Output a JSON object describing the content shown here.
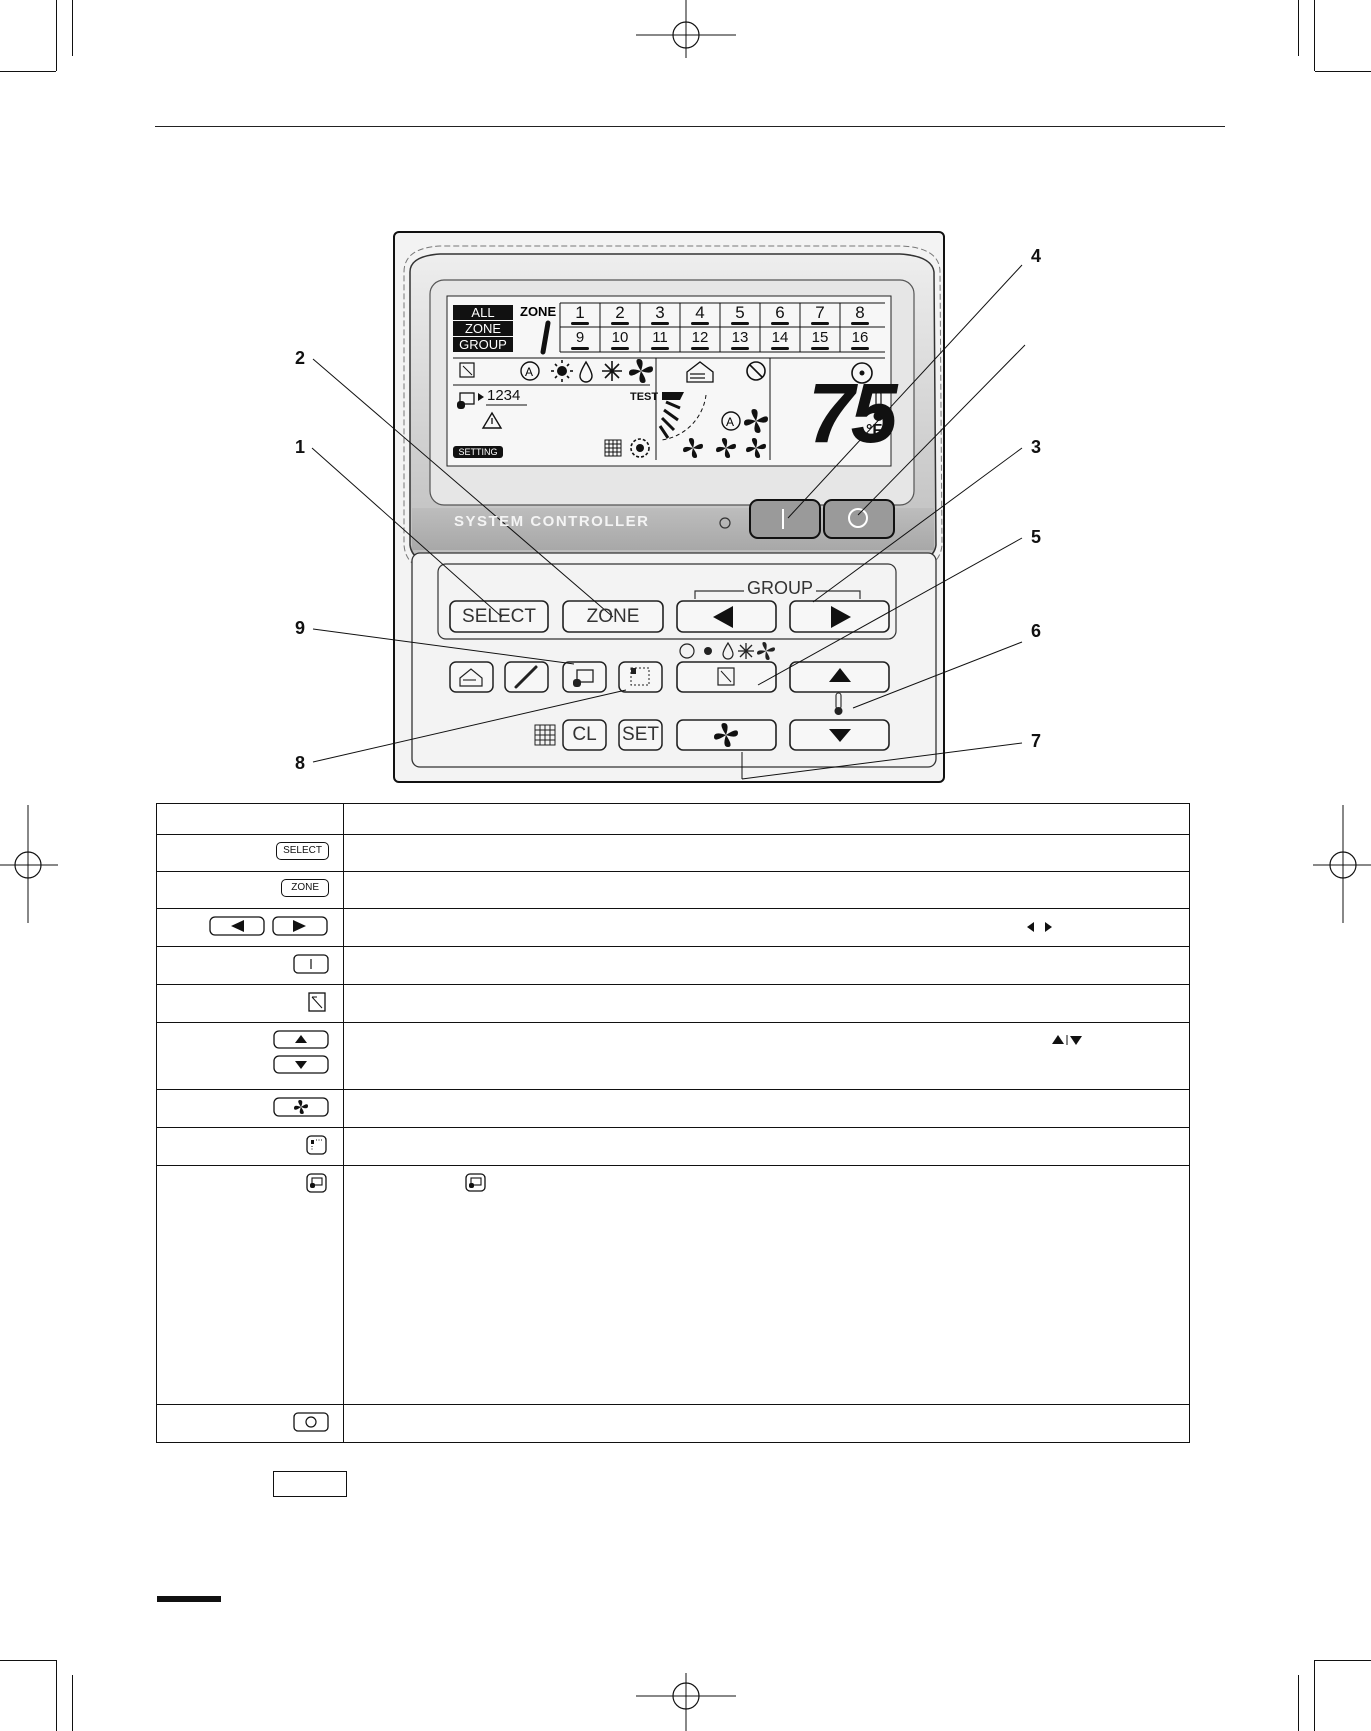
{
  "controller": {
    "brand_label": "SYSTEM CONTROLLER",
    "lcd": {
      "modes": [
        "ALL",
        "ZONE",
        "GROUP"
      ],
      "zone_label": "ZONE",
      "zone_number": "1",
      "groups_row1": [
        "1",
        "2",
        "3",
        "4",
        "5",
        "6",
        "7",
        "8"
      ],
      "groups_row2": [
        "9",
        "10",
        "11",
        "12",
        "13",
        "14",
        "15",
        "16"
      ],
      "code": "1234",
      "test_label": "TEST",
      "setting_label": "SETTING",
      "temperature": "75",
      "unit": "°F"
    },
    "buttons": {
      "on": "I",
      "off": "O",
      "select": "SELECT",
      "zone": "ZONE",
      "group_label": "GROUP",
      "cl": "CL",
      "set": "SET"
    }
  },
  "callouts": [
    "1",
    "2",
    "3",
    "4",
    "5",
    "6",
    "7",
    "8",
    "9"
  ],
  "table": {
    "select_key": "SELECT",
    "zone_key": "ZONE"
  }
}
